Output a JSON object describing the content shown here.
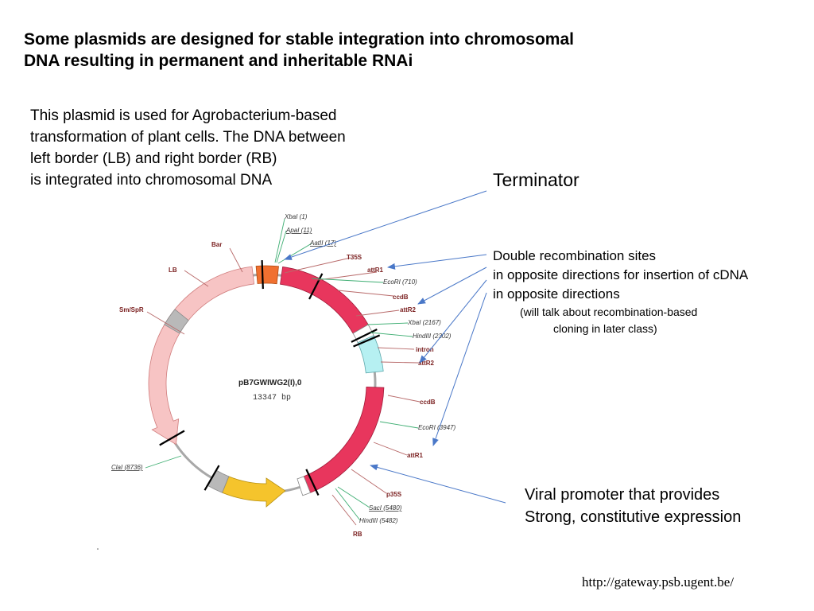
{
  "title": {
    "line1": "Some plasmids are designed for stable integration into chromosomal",
    "line2": "DNA resulting in permanent and inheritable RNAi"
  },
  "intro": {
    "line1": "This plasmid is used for Agrobacterium-based",
    "line2": "transformation of plant cells. The DNA between",
    "line3": "left border (LB) and right border (RB)",
    "line4": "is integrated into chromosomal DNA"
  },
  "annotations": {
    "terminator": "Terminator",
    "recombination": {
      "line1": "Double recombination sites",
      "line2": " in opposite directions for insertion of cDNA",
      "line3": " in opposite directions",
      "note1": "(will talk about recombination-based",
      "note2": "cloning in later class)"
    },
    "viral_promoter": {
      "line1": "Viral promoter that provides",
      "line2": "Strong, constitutive expression"
    }
  },
  "plasmid": {
    "name": "pB7GWIWG2(I),0",
    "size": "13347 bp",
    "features": {
      "bar": "Bar",
      "lb": "LB",
      "smspr": "Sm/SpR",
      "t35s": "T35S",
      "attr1_top": "attR1",
      "ccdb_top": "ccdB",
      "attr2_top": "attR2",
      "intron": "intron",
      "attr2_bottom": "attR2",
      "ccdb_bottom": "ccdB",
      "attr1_bottom": "attR1",
      "p35s": "p35S",
      "rb": "RB"
    },
    "sites": {
      "xbai1": "XbaI (1)",
      "apai": "ApaI (11)",
      "aatii": "AatII (17)",
      "ecori710": "EcoRI (710)",
      "xbai2167": "XbaI (2167)",
      "hindiii2302": "HindIII (2302)",
      "ecori3947": "EcoRI (3947)",
      "sacI": "SacI (5480)",
      "hindiii5482": "HindIII (5482)",
      "clai": "ClaI (8736)"
    },
    "colors": {
      "backbone": "#a8a8a8",
      "pink": "#f7c4c4",
      "gray_box": "#b9b9b9",
      "orange": "#f07030",
      "red": "#e8365d",
      "cyan": "#b6f0f2",
      "yellow": "#f5c42c",
      "arrow": "#4a78c8",
      "leader": "#3fae73"
    }
  },
  "source_url": "http://gateway.psb.ugent.be/"
}
